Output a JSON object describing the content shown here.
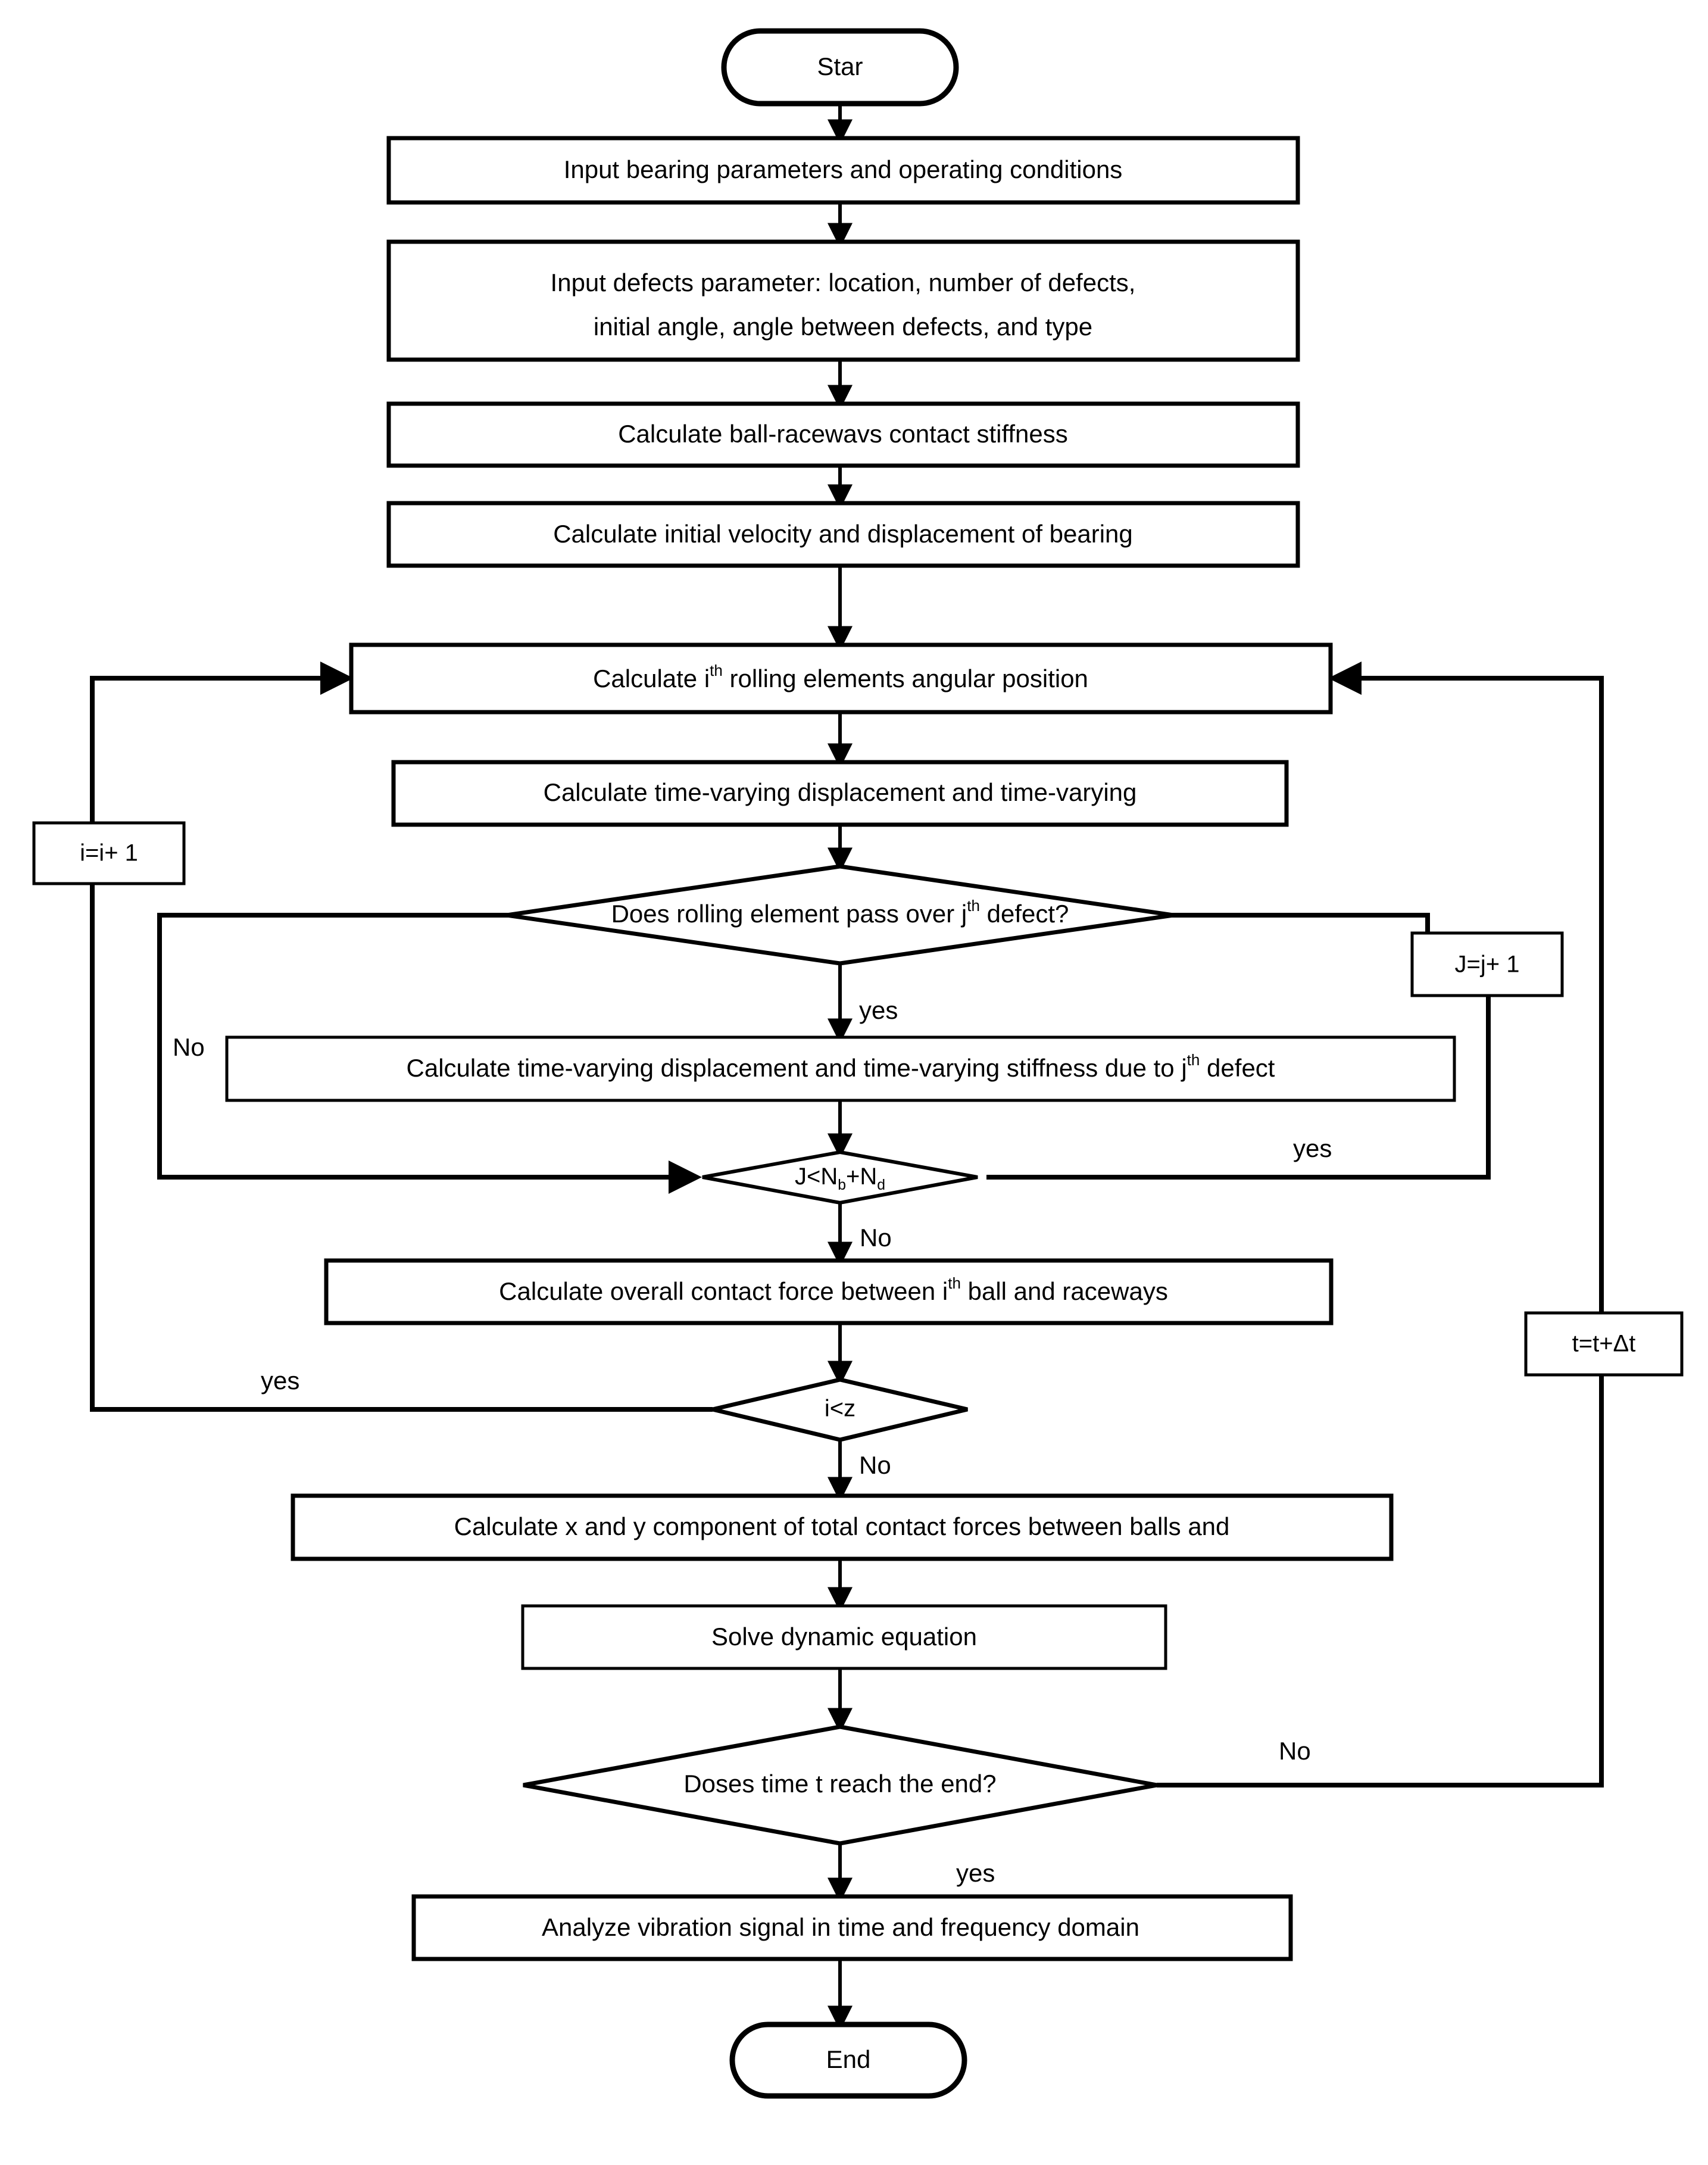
{
  "diagram": {
    "title": "Bearing defect dynamic simulation flowchart",
    "type": "flowchart",
    "background_color": "#ffffff",
    "line_color": "#000000",
    "text_color": "#000000"
  },
  "nodes": {
    "start": {
      "label": "Star",
      "shape": "terminator"
    },
    "input_bearing": {
      "label": "Input bearing parameters and operating conditions",
      "shape": "process"
    },
    "input_defects_line1": {
      "label": "Input defects parameter: location, number of defects,",
      "shape": "process"
    },
    "input_defects_line2": {
      "label": "initial angle, angle between defects, and type",
      "shape": "process"
    },
    "calc_stiffness": {
      "label": "Calculate ball-racewavs contact stiffness",
      "shape": "process"
    },
    "calc_initial": {
      "label": "Calculate initial velocity and displacement of bearing",
      "shape": "process"
    },
    "calc_angular_a": {
      "label": "Calculate i",
      "sup": "th",
      "label_b": " rolling elements angular position",
      "shape": "process"
    },
    "calc_timevarying": {
      "label": "Calculate time-varying displacement and time-varying",
      "shape": "process"
    },
    "decision_pass_defect_a": {
      "label": "Does rolling element pass over j",
      "sup": "th",
      "label_b": " defect?",
      "shape": "decision"
    },
    "i_increment": {
      "label": "i=i+ 1",
      "shape": "process"
    },
    "j_increment": {
      "label": "J=j+ 1",
      "shape": "process"
    },
    "calc_tv_stiffness_a": {
      "label": "Calculate time-varying displacement and time-varying stiffness due to j",
      "sup": "th",
      "label_b": " defect",
      "shape": "process"
    },
    "decision_j_limit_a": {
      "label": "J<N",
      "sub": "b",
      "label_b": "+N",
      "sub_b": "d",
      "shape": "decision"
    },
    "calc_overall_force_a": {
      "label": "Calculate overall contact force between i",
      "sup": "th",
      "label_b": " ball and raceways",
      "shape": "process"
    },
    "decision_i_z": {
      "label": "i<z",
      "shape": "decision"
    },
    "calc_xy_component": {
      "label": "Calculate x and y component of total contact forces between balls and",
      "shape": "process"
    },
    "solve_dynamic": {
      "label": "Solve dynamic equation",
      "shape": "process"
    },
    "decision_time_end": {
      "label": "Doses time t reach the end?",
      "shape": "decision"
    },
    "t_increment": {
      "label": "t=t+Δt",
      "shape": "process"
    },
    "analyze_vibration": {
      "label": "Analyze vibration signal in time and frequency domain",
      "shape": "process"
    },
    "end": {
      "label": "End",
      "shape": "terminator"
    }
  },
  "edge_labels": {
    "pass_defect_yes": "yes",
    "pass_defect_no": "No",
    "j_limit_no": "No",
    "j_limit_yes": "yes",
    "i_z_yes": "yes",
    "i_z_no": "No",
    "time_end_yes": "yes",
    "time_end_no": "No"
  }
}
